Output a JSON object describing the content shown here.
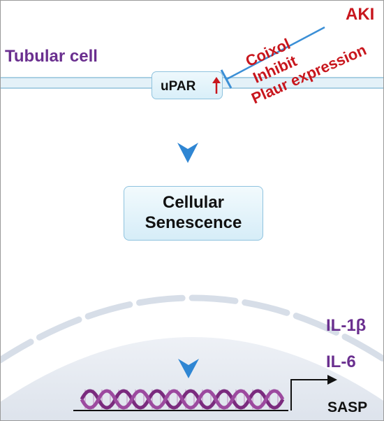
{
  "cell": {
    "label": "Tubular cell"
  },
  "receptor": {
    "label": "uPAR"
  },
  "process": {
    "line1": "Cellular",
    "line2": "Senescence"
  },
  "stimulus": {
    "aki": "AKI",
    "drug": "Coixol",
    "action": "Inhibit",
    "target": "Plaur expression"
  },
  "outputs": {
    "il1b": "IL-1β",
    "il6": "IL-6",
    "sasp": "SASP"
  },
  "colors": {
    "purple": "#6a2f8f",
    "red": "#c8161d",
    "blue_arrow": "#3b8fd6",
    "membrane": "#bcd9ea",
    "inhibit_line": "#3b8fd6",
    "dna": "#7a2b7e"
  }
}
